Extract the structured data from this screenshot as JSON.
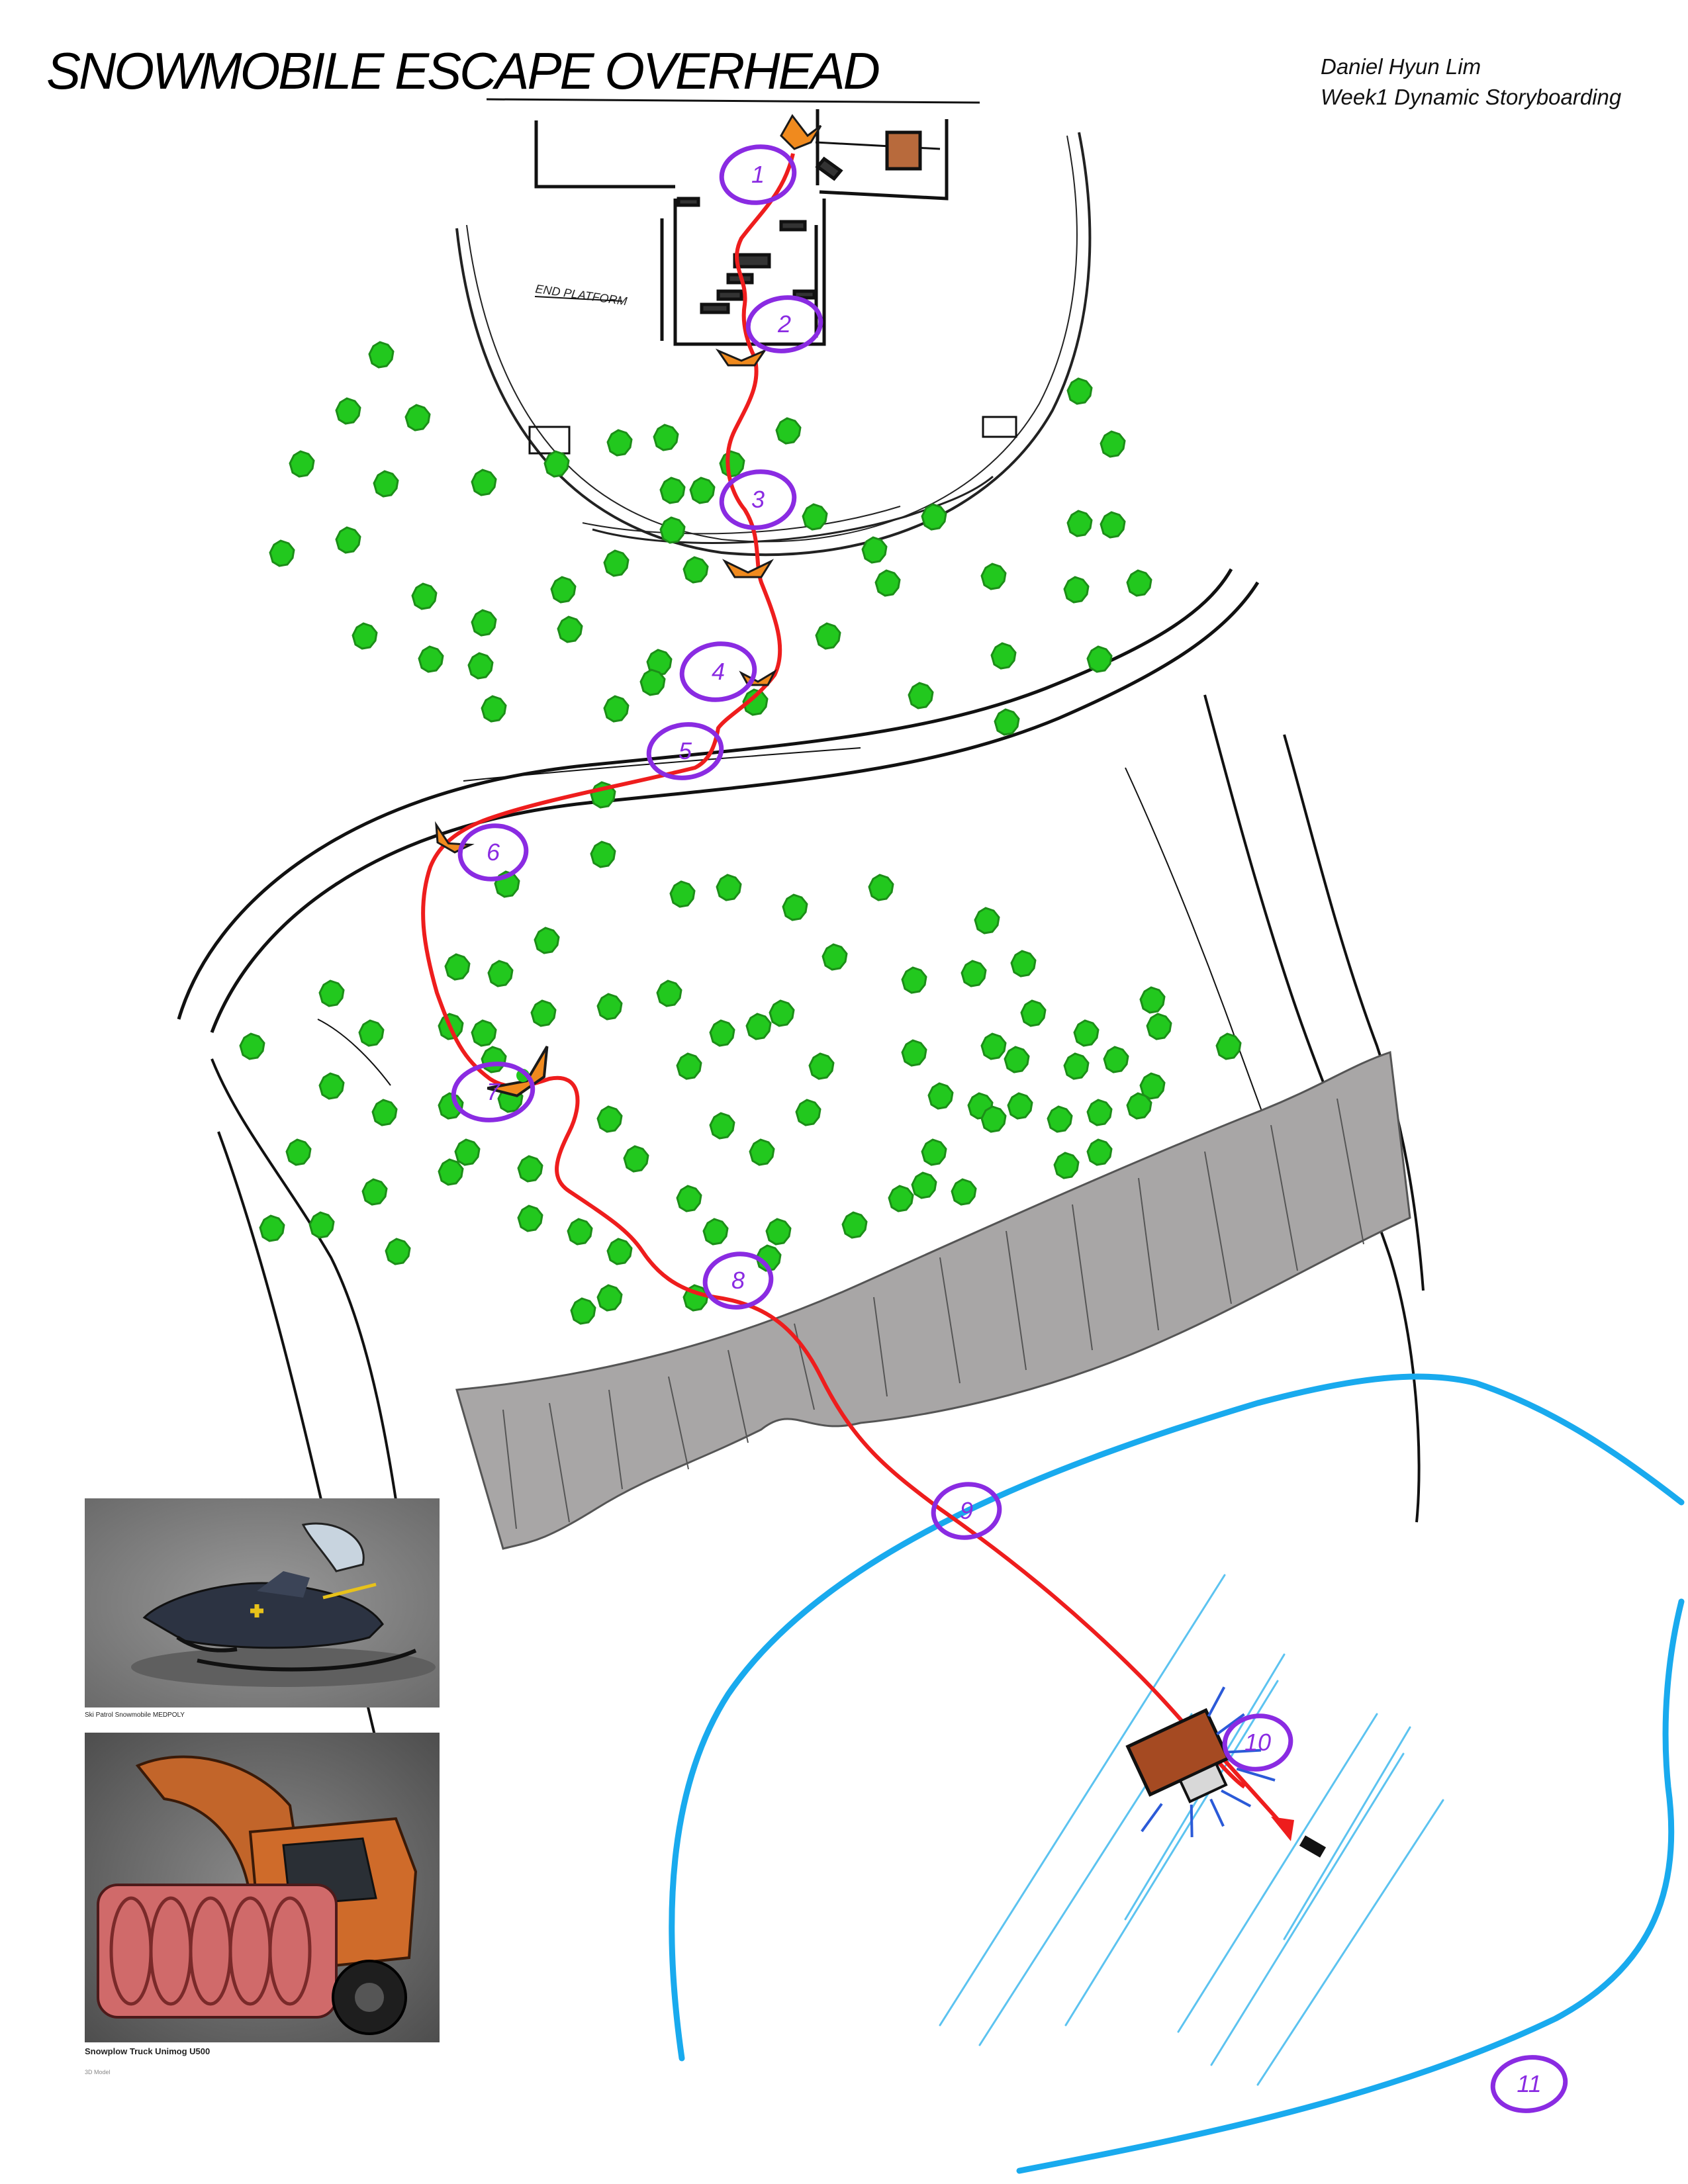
{
  "header": {
    "title": "SNOWMOBILE ESCAPE  OVERHEAD",
    "author": "Daniel Hyun Lim",
    "course": "Week1 Dynamic Storyboarding"
  },
  "map": {
    "building_label": "END PLATFORM",
    "markers": [
      "1",
      "2",
      "3",
      "4",
      "5",
      "6",
      "7",
      "8",
      "9",
      "10",
      "11"
    ]
  },
  "references": [
    {
      "caption": "Ski Patrol Snowmobile MEDPOLY"
    },
    {
      "caption": "Snowplow Truck Unimog U500",
      "sub": "3D Model"
    }
  ],
  "colors": {
    "path": "#ee1d1d",
    "marker": "#8a2be2",
    "tree": "#22c81e",
    "ice_outline": "#19aaee",
    "cliff": "#a8a6a6"
  }
}
